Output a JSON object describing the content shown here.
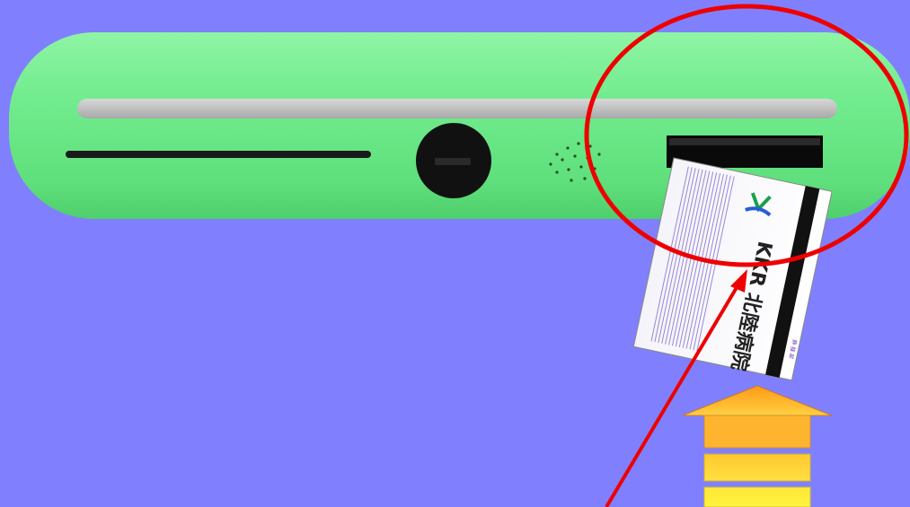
{
  "card": {
    "hospital_name": "KKR 北陸病院",
    "side_text": "静 器 部",
    "logo": "kkr-hospital-logo"
  },
  "colors": {
    "background": "#8080ff",
    "reader_body": "#66ee88",
    "highlight_circle": "#ff0000",
    "pointer_arrow": "#ff0000",
    "insert_arrow_top": "#ffa020",
    "insert_arrow_bottom": "#ffff00"
  },
  "icons": {
    "insert_arrow": "up-arrow-icon",
    "speaker": "speaker-grille-icon",
    "button": "round-button-icon"
  }
}
